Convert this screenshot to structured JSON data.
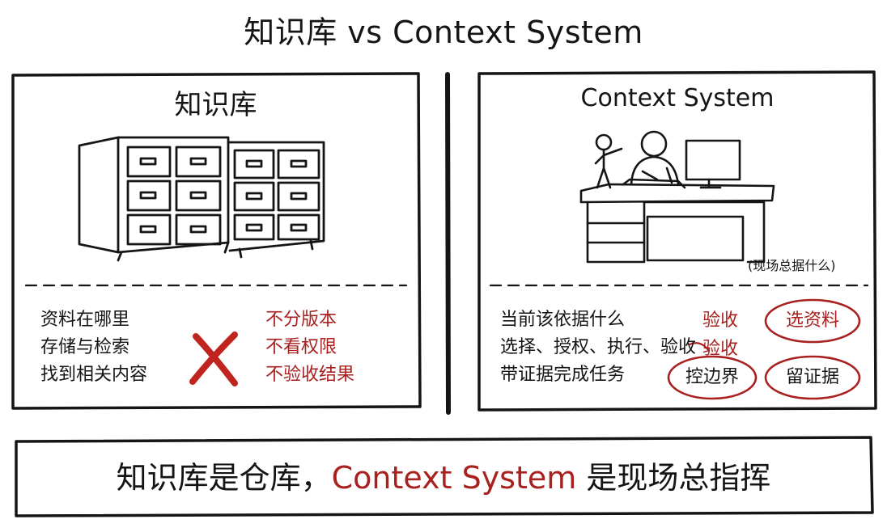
{
  "title": "知识库 vs Context System",
  "left_panel": {
    "heading": "知识库",
    "items": [
      "资料在哪里",
      "存储与检索",
      "找到相关内容"
    ],
    "negations": [
      "不分版本",
      "不看权限",
      "不验收结果"
    ],
    "cross_icon": "x-mark-icon",
    "illustration": "filing-cabinet-icon"
  },
  "right_panel": {
    "heading": "Context System",
    "illustration": "person-at-desk-icon",
    "note": "(现场总据什么)",
    "items": [
      "当前该依据什么",
      "选择、授权、执行、验收",
      "带证据完成任务"
    ],
    "overlay_text": [
      "验收",
      "验收"
    ],
    "tags": [
      "选资料",
      "控边界",
      "留证据"
    ]
  },
  "bottom_banner": {
    "part1": "知识库是仓库，",
    "highlight": "Context System",
    "part2": " 是现场总指挥"
  },
  "colors": {
    "ink": "#151515",
    "accent_red": "#a8211f"
  }
}
